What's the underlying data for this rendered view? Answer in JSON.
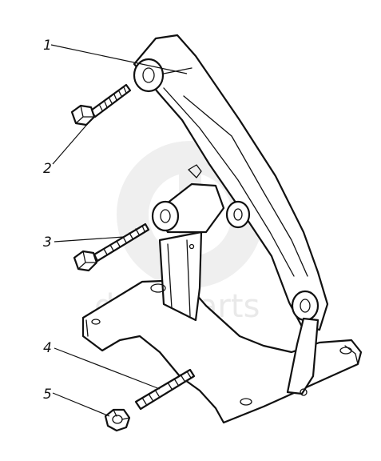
{
  "diagram": {
    "callouts": [
      {
        "id": "1",
        "label": "1"
      },
      {
        "id": "2",
        "label": "2"
      },
      {
        "id": "3",
        "label": "3"
      },
      {
        "id": "4",
        "label": "4"
      },
      {
        "id": "5",
        "label": "5"
      }
    ]
  },
  "watermark": {
    "text": "data-parts"
  }
}
